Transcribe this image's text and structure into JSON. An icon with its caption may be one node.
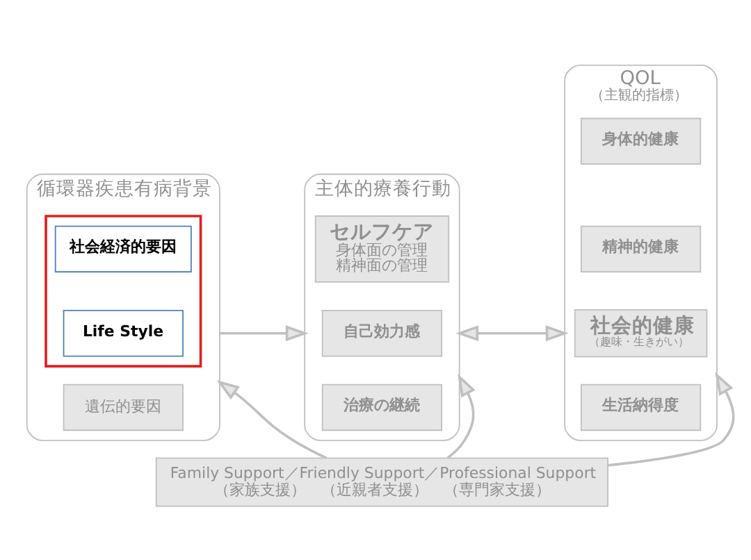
{
  "diagram": {
    "nodes": [
      {
        "text": [
          "循環器疾患有病背景"
        ]
      },
      {
        "text": [],
        "shape": "box",
        "in": 0
      },
      {
        "text": [
          "社会経済的要因"
        ],
        "in": 1
      },
      {
        "text": [
          "Life Style"
        ],
        "in": 1
      },
      {
        "text": [
          "遺伝的要因"
        ],
        "in": 0
      },
      {
        "text": [
          "主体的療養行動"
        ]
      },
      {
        "text": [
          "セルフケア",
          "身体面の管理",
          "精神面の管理"
        ],
        "in": 5
      },
      {
        "text": [
          "自己効力感"
        ],
        "in": 5
      },
      {
        "text": [
          "治療の継続"
        ],
        "in": 5
      },
      {
        "text": [
          "QOL",
          "（主観的指標）"
        ]
      },
      {
        "text": [
          "身体的健康"
        ],
        "in": 9
      },
      {
        "text": [
          "精神的健康"
        ],
        "in": 9
      },
      {
        "text": [
          "社会的健康",
          "（趣味・生きがい）"
        ],
        "in": 9
      },
      {
        "text": [
          "生活納得度"
        ],
        "in": 9
      },
      {
        "text": [
          "Family Support／Friendly Support／Professional Support",
          "（家族支援）　（近親者支援）　（専門家支援）"
        ]
      }
    ],
    "edges": [
      {
        "from": 0,
        "to": 5,
        "arrow": "to"
      },
      {
        "from": 5,
        "to": 9,
        "arrow": "both"
      },
      {
        "from": 14,
        "to": 0,
        "arrow": "to"
      },
      {
        "from": 14,
        "to": 5,
        "arrow": "to"
      },
      {
        "from": 14,
        "to": 9,
        "arrow": "to"
      }
    ]
  }
}
